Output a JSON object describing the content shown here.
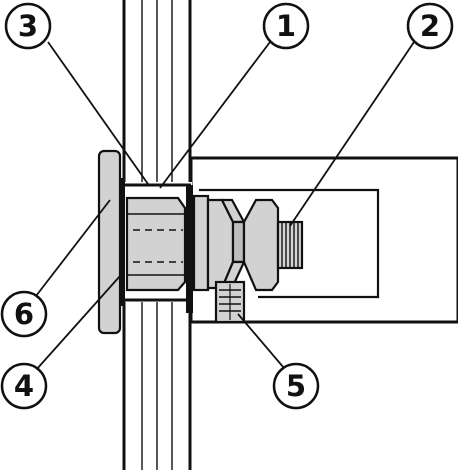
{
  "callouts": [
    {
      "id": "c3",
      "label": "3"
    },
    {
      "id": "c1",
      "label": "1"
    },
    {
      "id": "c2",
      "label": "2"
    },
    {
      "id": "c6",
      "label": "6"
    },
    {
      "id": "c4",
      "label": "4"
    },
    {
      "id": "c5",
      "label": "5"
    }
  ],
  "colors": {
    "line": "#111111",
    "part_fill": "#d2d2d2",
    "part_fill_dark": "#bdbdbd",
    "background": "#ffffff"
  }
}
